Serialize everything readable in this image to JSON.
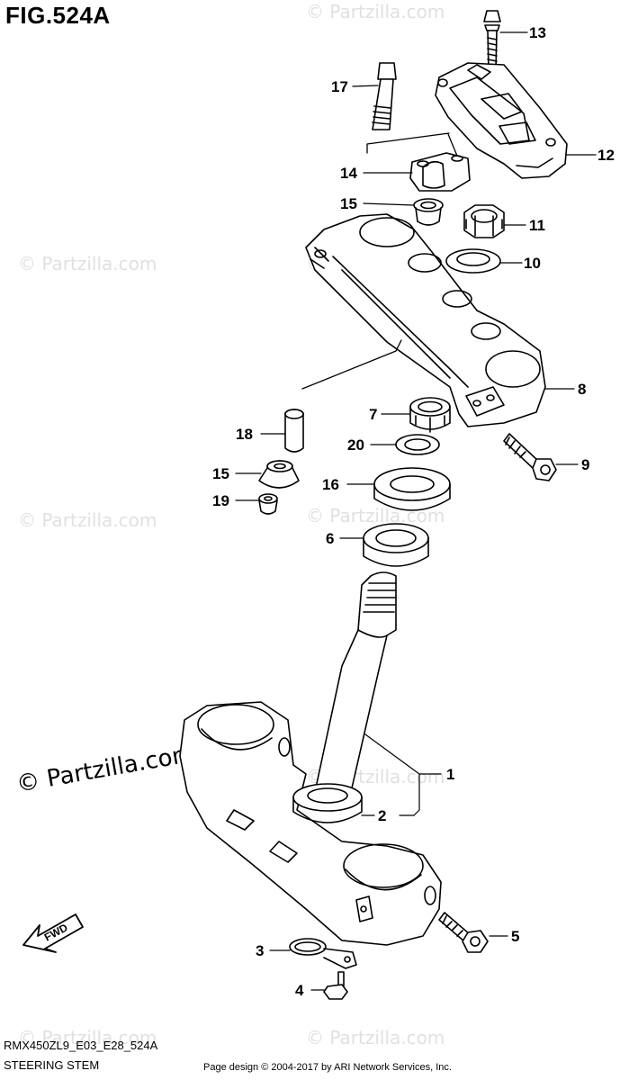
{
  "figure": {
    "title": "FIG.524A",
    "model_code": "RMX450ZL9_E03_E28_524A",
    "group_name": "STEERING STEM",
    "credit": "Page design © 2004-2017 by ARI Network Services, Inc.",
    "watermark": "© Partzilla.com",
    "fwd_label": "FWD"
  },
  "callouts": [
    {
      "id": "c13",
      "number": "13"
    },
    {
      "id": "c17",
      "number": "17"
    },
    {
      "id": "c12",
      "number": "12"
    },
    {
      "id": "c14",
      "number": "14"
    },
    {
      "id": "c15a",
      "number": "15"
    },
    {
      "id": "c11",
      "number": "11"
    },
    {
      "id": "c10",
      "number": "10"
    },
    {
      "id": "c8",
      "number": "8"
    },
    {
      "id": "c7",
      "number": "7"
    },
    {
      "id": "c18",
      "number": "18"
    },
    {
      "id": "c20",
      "number": "20"
    },
    {
      "id": "c9",
      "number": "9"
    },
    {
      "id": "c15b",
      "number": "15"
    },
    {
      "id": "c16",
      "number": "16"
    },
    {
      "id": "c19",
      "number": "19"
    },
    {
      "id": "c6",
      "number": "6"
    },
    {
      "id": "c1",
      "number": "1"
    },
    {
      "id": "c2",
      "number": "2"
    },
    {
      "id": "c5",
      "number": "5"
    },
    {
      "id": "c3",
      "number": "3"
    },
    {
      "id": "c4",
      "number": "4"
    }
  ]
}
